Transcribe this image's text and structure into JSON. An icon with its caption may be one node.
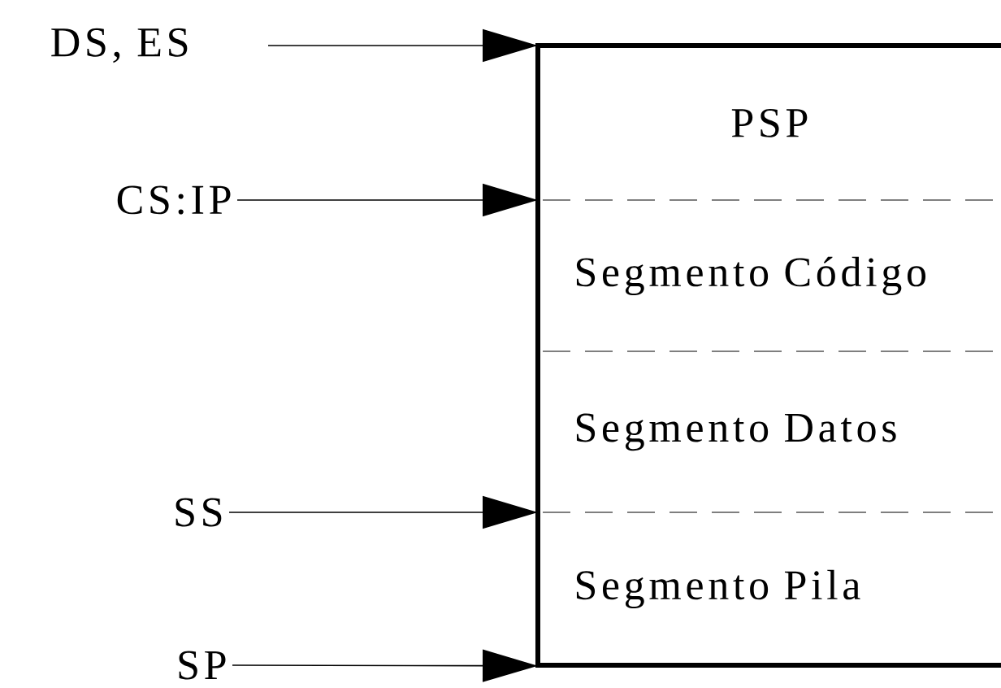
{
  "diagram": {
    "nodes": [
      {
        "text": [],
        "shape": "box"
      },
      {
        "text": [
          "PSP"
        ],
        "in": 0
      },
      {
        "text": [
          "Segmento Código"
        ],
        "in": 0
      },
      {
        "text": [
          "Segmento Datos"
        ],
        "in": 0
      },
      {
        "text": [
          "Segmento Pila"
        ],
        "in": 0
      },
      {
        "text": [
          "DS, ES"
        ]
      },
      {
        "text": [
          "CS:IP"
        ]
      },
      {
        "text": [
          "SS"
        ]
      },
      {
        "text": [
          "SP"
        ]
      }
    ],
    "edges": [
      {
        "from": 5,
        "to": 0,
        "arrow": "to"
      },
      {
        "from": 6,
        "to": 2,
        "arrow": "to"
      },
      {
        "from": 7,
        "to": 4,
        "arrow": "to"
      },
      {
        "from": 8,
        "to": 0,
        "arrow": "to"
      }
    ]
  }
}
